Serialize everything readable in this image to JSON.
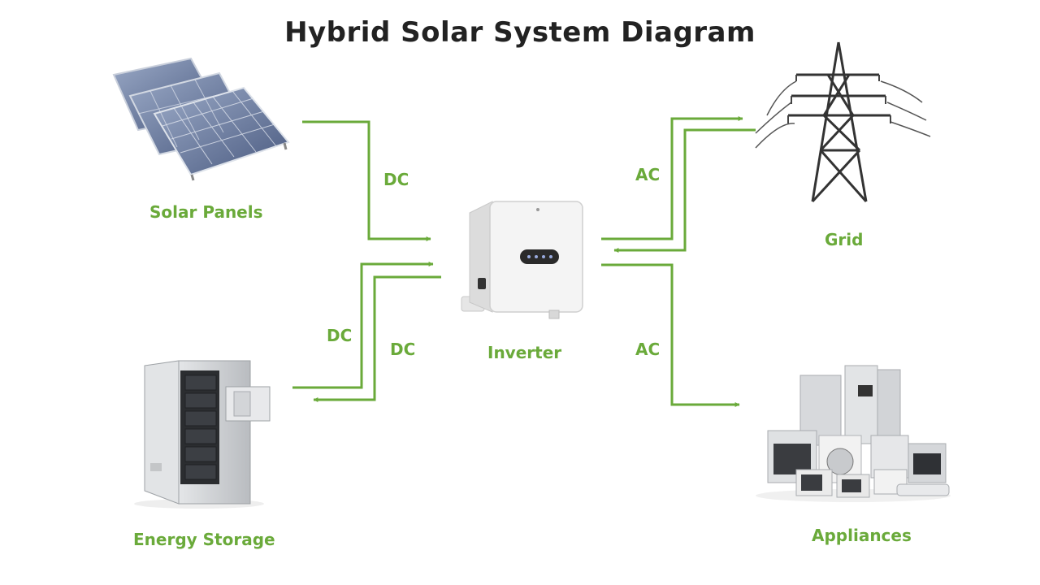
{
  "title": "Hybrid Solar System Diagram",
  "colors": {
    "accent": "#6aaa3a",
    "title": "#222222"
  },
  "components": {
    "solar_panels": "Solar Panels",
    "inverter": "Inverter",
    "grid": "Grid",
    "energy_storage": "Energy Storage",
    "appliances": "Appliances"
  },
  "connections": {
    "solar_to_inverter": "DC",
    "storage_to_inverter": "DC",
    "inverter_to_storage": "DC",
    "inverter_grid": "AC",
    "inverter_to_appliances": "AC"
  }
}
